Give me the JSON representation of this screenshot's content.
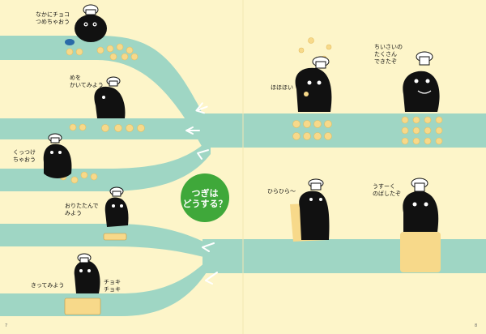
{
  "labels": {
    "chef1": "なかにチョコ\nつめちゃおう",
    "chef2": "めを\nかいてみよう",
    "chef3": "くっつけ\nちゃおう",
    "chef4": "おりたたんで\nみよう",
    "chef5": "きってみよう",
    "chef5_sfx": "チョキ\nチョキ",
    "chef6": "ほほほい",
    "chef7": "ちいさいの\nたくさん\nできたぞ",
    "chef8": "ひらひら〜",
    "chef9": "うすーく\nのばしたぞ"
  },
  "question_bubble": {
    "text": "つぎは\nどうする？"
  },
  "page_numbers": {
    "left": "7",
    "right": "8"
  },
  "colors": {
    "background": "#fdf5c9",
    "road": "#9fd6c4",
    "bubble": "#3fa83a",
    "dough": "#f7d98a",
    "character": "#111111"
  },
  "icons": [
    "chef-hat-icon",
    "arrow-left-icon",
    "cookie-icon"
  ]
}
